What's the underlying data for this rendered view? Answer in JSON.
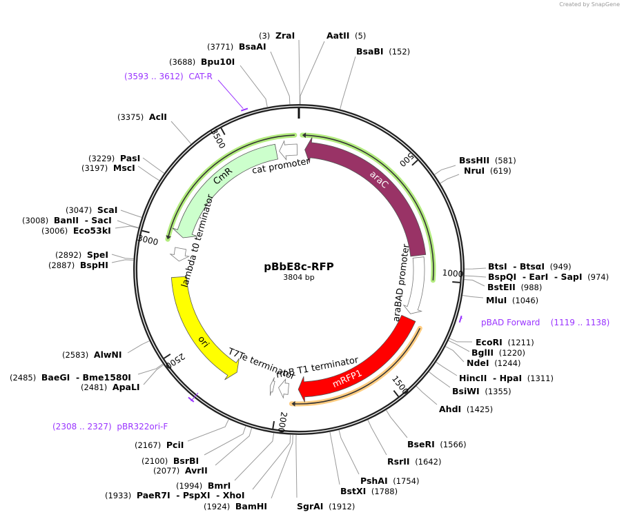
{
  "credit": "Created by SnapGene",
  "plasmid": {
    "name": "pBbE8c-RFP",
    "length_label": "3804 bp",
    "length": 3804
  },
  "ticks": [
    "500",
    "1000",
    "1500",
    "2000",
    "2500",
    "3000",
    "3500"
  ],
  "features": [
    {
      "name": "araC",
      "start": 30,
      "end": 880,
      "direction": "reverse",
      "color": "#993366",
      "label_color": "#ffffff"
    },
    {
      "name": "araBAD promoter",
      "start": 890,
      "end": 1180,
      "direction": "forward",
      "color": "#ffffff"
    },
    {
      "name": "mRFP1",
      "start": 1205,
      "end": 1905,
      "direction": "forward",
      "color": "#ff0000",
      "label_color": "#ffffff"
    },
    {
      "name": "rrnB T1 terminator",
      "start": 1955,
      "end": 2005,
      "direction": "forward",
      "color": "#ffffff"
    },
    {
      "name": "T7Te terminator",
      "start": 2030,
      "end": 2048,
      "direction": "forward",
      "color": "#ffffff"
    },
    {
      "name": "ori",
      "start": 2230,
      "end": 2815,
      "direction": "reverse",
      "color": "#ffff00"
    },
    {
      "name": "lambda t0 terminator",
      "start": 2895,
      "end": 2960,
      "direction": "reverse",
      "color": "#ffffff"
    },
    {
      "name": "CmR",
      "start": 3015,
      "end": 3690,
      "direction": "reverse",
      "color": "#ccffcc"
    },
    {
      "name": "cat promoter",
      "start": 3705,
      "end": 3795,
      "direction": "reverse",
      "color": "#ffffff"
    }
  ],
  "highlight_arrows": [
    {
      "start": 15,
      "end": 1000,
      "direction": "reverse",
      "glow": "#b3ec7f"
    },
    {
      "start": 2990,
      "end": 3785,
      "direction": "reverse",
      "glow": "#b3ec7f"
    },
    {
      "start": 1225,
      "end": 1935,
      "direction": "forward",
      "glow": "#ffcc80"
    }
  ],
  "primers": [
    {
      "name": "CAT-R",
      "range": "(3593 .. 3612)",
      "start": 3593,
      "end": 3612,
      "color": "#9933ff"
    },
    {
      "name": "pBAD Forward",
      "range": "(1119 .. 1138)",
      "start": 1119,
      "end": 1138,
      "color": "#9933ff"
    },
    {
      "name": "pBR322ori-F",
      "range": "(2308 .. 2327)",
      "start": 2308,
      "end": 2327,
      "color": "#9933ff"
    }
  ],
  "enzymes": [
    {
      "names": "ZraI",
      "pos": "(3)",
      "bp": 3
    },
    {
      "names": "AatII",
      "pos": "(5)",
      "bp": 5
    },
    {
      "names": "BsaBI",
      "pos": "(152)",
      "bp": 152
    },
    {
      "names": "BssHII",
      "pos": "(581)",
      "bp": 581
    },
    {
      "names": "NruI",
      "pos": "(619)",
      "bp": 619
    },
    {
      "names": "BtsI  - BtsαI",
      "pos": "(949)",
      "bp": 949
    },
    {
      "names": "BspQI  - EarI  - SapI",
      "pos": "(974)",
      "bp": 974
    },
    {
      "names": "BstEII",
      "pos": "(988)",
      "bp": 988
    },
    {
      "names": "MluI",
      "pos": "(1046)",
      "bp": 1046
    },
    {
      "names": "EcoRI",
      "pos": "(1211)",
      "bp": 1211
    },
    {
      "names": "BglII",
      "pos": "(1220)",
      "bp": 1220
    },
    {
      "names": "NdeI",
      "pos": "(1244)",
      "bp": 1244
    },
    {
      "names": "HincII  - HpaI",
      "pos": "(1311)",
      "bp": 1311
    },
    {
      "names": "BsiWI",
      "pos": "(1355)",
      "bp": 1355
    },
    {
      "names": "AhdI",
      "pos": "(1425)",
      "bp": 1425
    },
    {
      "names": "BseRI",
      "pos": "(1566)",
      "bp": 1566
    },
    {
      "names": "RsrII",
      "pos": "(1642)",
      "bp": 1642
    },
    {
      "names": "PshAI",
      "pos": "(1754)",
      "bp": 1754
    },
    {
      "names": "BstXI",
      "pos": "(1788)",
      "bp": 1788
    },
    {
      "names": "SgrAI",
      "pos": "(1912)",
      "bp": 1912
    },
    {
      "names": "BamHI",
      "pos": "(1924)",
      "bp": 1924
    },
    {
      "names": "PaeR7I  - PspXI  - XhoI",
      "pos": "(1933)",
      "bp": 1933
    },
    {
      "names": "BmrI",
      "pos": "(1994)",
      "bp": 1994
    },
    {
      "names": "AvrII",
      "pos": "(2077)",
      "bp": 2077
    },
    {
      "names": "BsrBI",
      "pos": "(2100)",
      "bp": 2100
    },
    {
      "names": "PciI",
      "pos": "(2167)",
      "bp": 2167
    },
    {
      "names": "ApaLI",
      "pos": "(2481)",
      "bp": 2481
    },
    {
      "names": "BaeGI  - Bme1580I",
      "pos": "(2485)",
      "bp": 2485
    },
    {
      "names": "AlwNI",
      "pos": "(2583)",
      "bp": 2583
    },
    {
      "names": "BspHI",
      "pos": "(2887)",
      "bp": 2887
    },
    {
      "names": "SpeI",
      "pos": "(2892)",
      "bp": 2892
    },
    {
      "names": "Eco53kI",
      "pos": "(3006)",
      "bp": 3006
    },
    {
      "names": "BanII  - SacI",
      "pos": "(3008)",
      "bp": 3008
    },
    {
      "names": "ScaI",
      "pos": "(3047)",
      "bp": 3047
    },
    {
      "names": "MscI",
      "pos": "(3197)",
      "bp": 3197
    },
    {
      "names": "PasI",
      "pos": "(3229)",
      "bp": 3229
    },
    {
      "names": "AclI",
      "pos": "(3375)",
      "bp": 3375
    },
    {
      "names": "Bpu10I",
      "pos": "(3688)",
      "bp": 3688
    },
    {
      "names": "BsaAI",
      "pos": "(3771)",
      "bp": 3771
    }
  ]
}
